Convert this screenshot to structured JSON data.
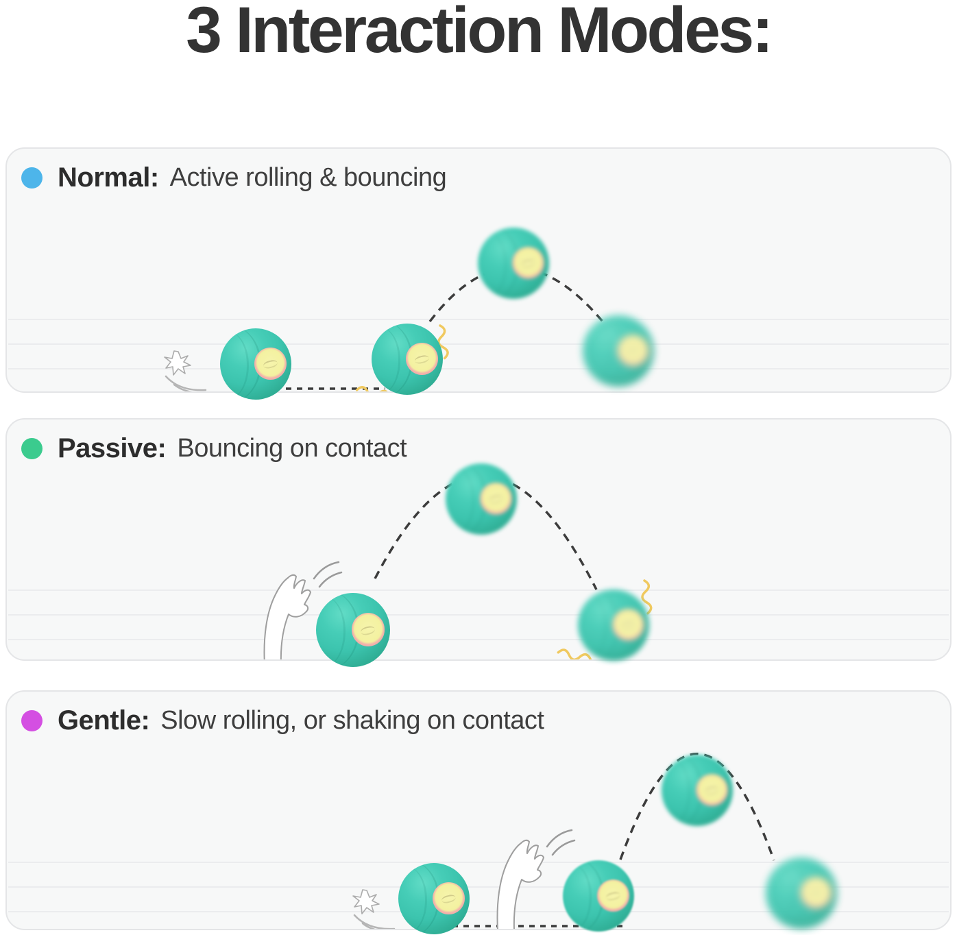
{
  "page": {
    "title": "3 Interaction Modes:",
    "background": "#ffffff"
  },
  "colors": {
    "title_text": "#333333",
    "label_text": "#2d2d2d",
    "description_text": "#3e3e3e",
    "panel_background": "#f7f8f8",
    "panel_border": "#e4e5e7",
    "floor_line": "#ebecee",
    "trajectory_dash": "#3c3c3c",
    "impact_squiggle": "#f0c95f",
    "ball_teal": "#3ec7b1",
    "ball_teal_dark": "#1f957c",
    "lens_ring_pink": "#f2aeaa",
    "lens_center_yellow": "#f3f1a3",
    "paw_outline": "#9e9e9e",
    "paw_fill": "#ffffff"
  },
  "modes": [
    {
      "id": "normal",
      "dot_color": "#4db5ea",
      "label": "Normal:",
      "description": "Active rolling & bouncing"
    },
    {
      "id": "passive",
      "dot_color": "#3bcb8e",
      "label": "Passive:",
      "description": "Bouncing on contact"
    },
    {
      "id": "gentle",
      "dot_color": "#d44fe2",
      "label": "Gentle:",
      "description": "Slow rolling, or shaking on contact"
    }
  ],
  "icons": {
    "mode_dot": "colored-circle",
    "ball": "teal-pet-ball-with-lens",
    "cat_paw": "cat-paw-kick",
    "paw_swoosh": "paw-print-swoosh",
    "trajectory": "dashed-bounce-arc",
    "impact": "yellow-impact-squiggle"
  }
}
